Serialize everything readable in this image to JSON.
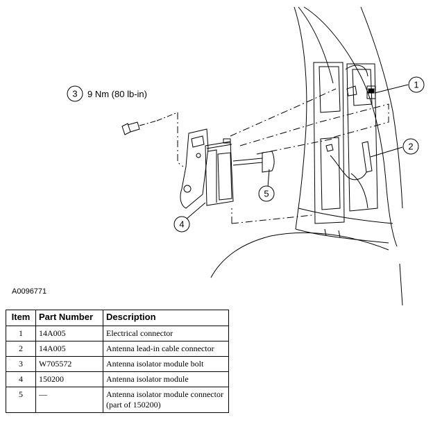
{
  "figure_id": "A0096771",
  "torque_spec": "9 Nm (80 lb-in)",
  "callouts": [
    "1",
    "2",
    "3",
    "4",
    "5"
  ],
  "table": {
    "headers": [
      "Item",
      "Part Number",
      "Description"
    ],
    "rows": [
      {
        "item": "1",
        "part_number": "14A005",
        "description": "Electrical connector"
      },
      {
        "item": "2",
        "part_number": "14A005",
        "description": "Antenna lead-in cable connector"
      },
      {
        "item": "3",
        "part_number": "W705572",
        "description": "Antenna isolator module bolt"
      },
      {
        "item": "4",
        "part_number": "150200",
        "description": "Antenna isolator module"
      },
      {
        "item": "5",
        "part_number": "—",
        "description": "Antenna isolator module connector (part of 150200)"
      }
    ]
  }
}
